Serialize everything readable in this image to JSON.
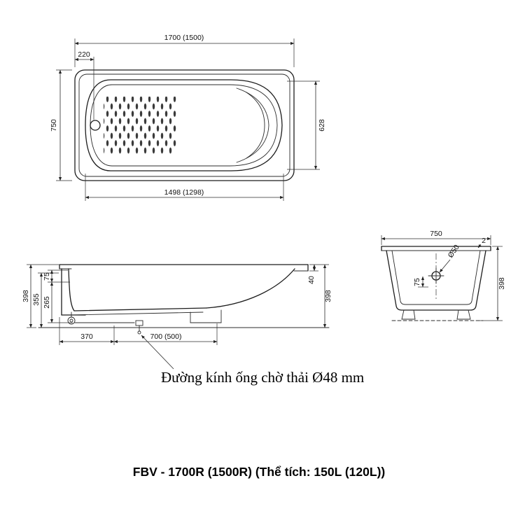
{
  "page": {
    "annotation": "Đường kính ống chờ thải Ø48 mm",
    "caption": "FBV - 1700R (1500R) (Thể tích: 150L (120L))"
  },
  "top_view": {
    "dim_length_top": "1700 (1500)",
    "dim_drain_offset": "220",
    "dim_width": "750",
    "dim_inner_width": "628",
    "dim_inner_length": "1498 (1298)"
  },
  "side_view": {
    "dim_height_left": "398",
    "dim_rim_height": "355",
    "dim_upper": "75",
    "dim_lower": "265",
    "dim_drain_span": "370",
    "dim_bottom_span": "700 (500)",
    "dim_rim_drop": "40",
    "dim_height_right": "398"
  },
  "end_view": {
    "dim_width": "750",
    "dim_lip": "2",
    "dim_drain_dia": "Ø50",
    "dim_offset": "75",
    "dim_height": "398"
  }
}
